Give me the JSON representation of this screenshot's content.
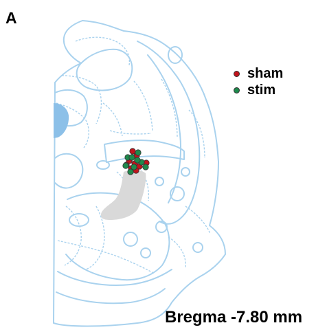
{
  "panel_label": "A",
  "caption": "Bregma -7.80 mm",
  "legend": [
    {
      "label": "sham",
      "color": "#c1141c"
    },
    {
      "label": "stim",
      "color": "#1e8a4c"
    }
  ],
  "colors": {
    "outline": "#a9d2ee",
    "ventricle": "#8cc0e8",
    "target_region": "#d9d9d9",
    "marker_border": "#333333"
  },
  "markers": {
    "sham_count": 9,
    "stim_count": 9
  }
}
